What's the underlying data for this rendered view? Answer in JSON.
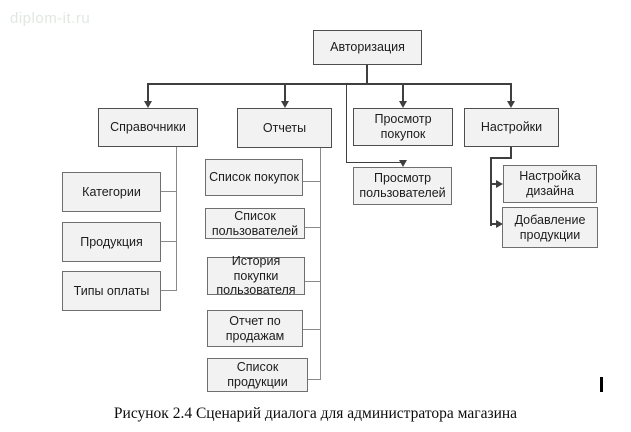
{
  "watermark": "diplom-it.ru",
  "caption": "Рисунок 2.4 Сценарий диалога для администратора магазина",
  "colors": {
    "box_fill": "#f2f2f2",
    "box_border": "#6f6f6f",
    "connector": "#3f3f3f",
    "connector_light": "#8a8a8a",
    "watermark": "#e0e8e1",
    "text": "#1c1c1c"
  },
  "nodes": {
    "authorization": "Авторизация",
    "directories": "Справочники",
    "reports": "Отчеты",
    "view_purchases": "Просмотр покупок",
    "settings": "Настройки",
    "categories": "Категории",
    "products": "Продукция",
    "payment_types": "Типы оплаты",
    "purchases_list": "Список покупок",
    "users_list": "Список пользователей",
    "user_purchase_history": "История покупки пользователя",
    "sales_report": "Отчет по продажам",
    "products_list": "Список продукции",
    "view_users": "Просмотр пользователей",
    "design_settings": "Настройка дизайна",
    "add_products": "Добавление продукции"
  }
}
